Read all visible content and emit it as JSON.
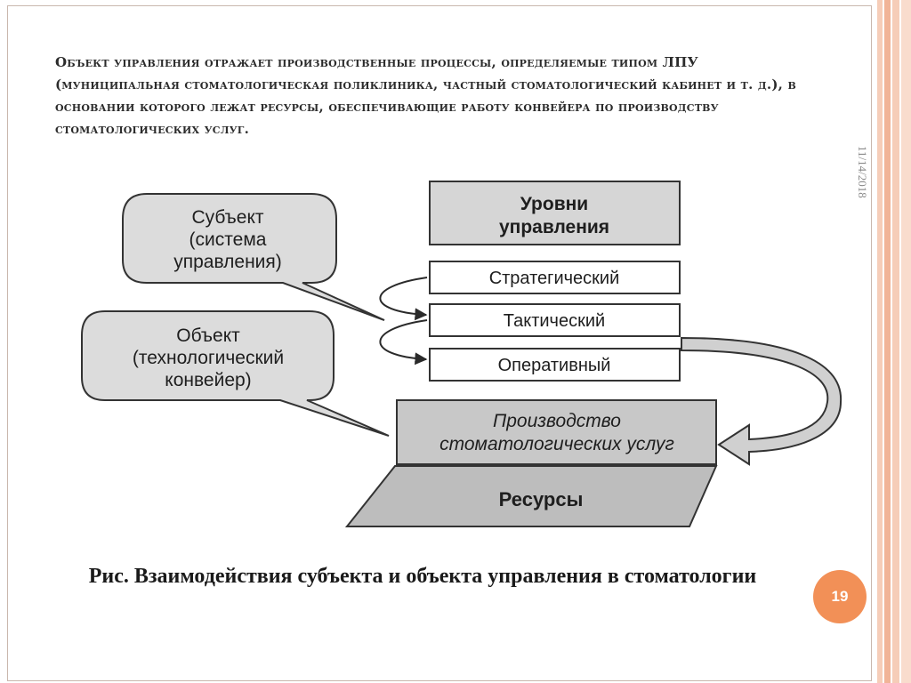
{
  "slide": {
    "heading": "Объект управления отражает производственные процессы, определяемые типом ЛПУ (муниципальная стоматологическая поликлиника, частный стоматологический кабинет и т. д.), в основании которого лежат ресурсы, обеспечивающие работу конвейера по производству стоматологических услуг.",
    "date": "11/14/2018",
    "page_number": "19",
    "caption": "Рис. Взаимодействия субъекта и объекта управления в стоматологии",
    "accent_color": "#f29057"
  },
  "diagram": {
    "subject_callout": [
      "Субъект",
      "(система",
      "управления)"
    ],
    "object_callout": [
      "Объект",
      "(технологический",
      "конвейер)"
    ],
    "levels_header": [
      "Уровни",
      "управления"
    ],
    "level_strategic": "Стратегический",
    "level_tactical": "Тактический",
    "level_operational": "Оперативный",
    "production": [
      "Производство",
      "стоматологических услуг"
    ],
    "resources": "Ресурсы"
  }
}
